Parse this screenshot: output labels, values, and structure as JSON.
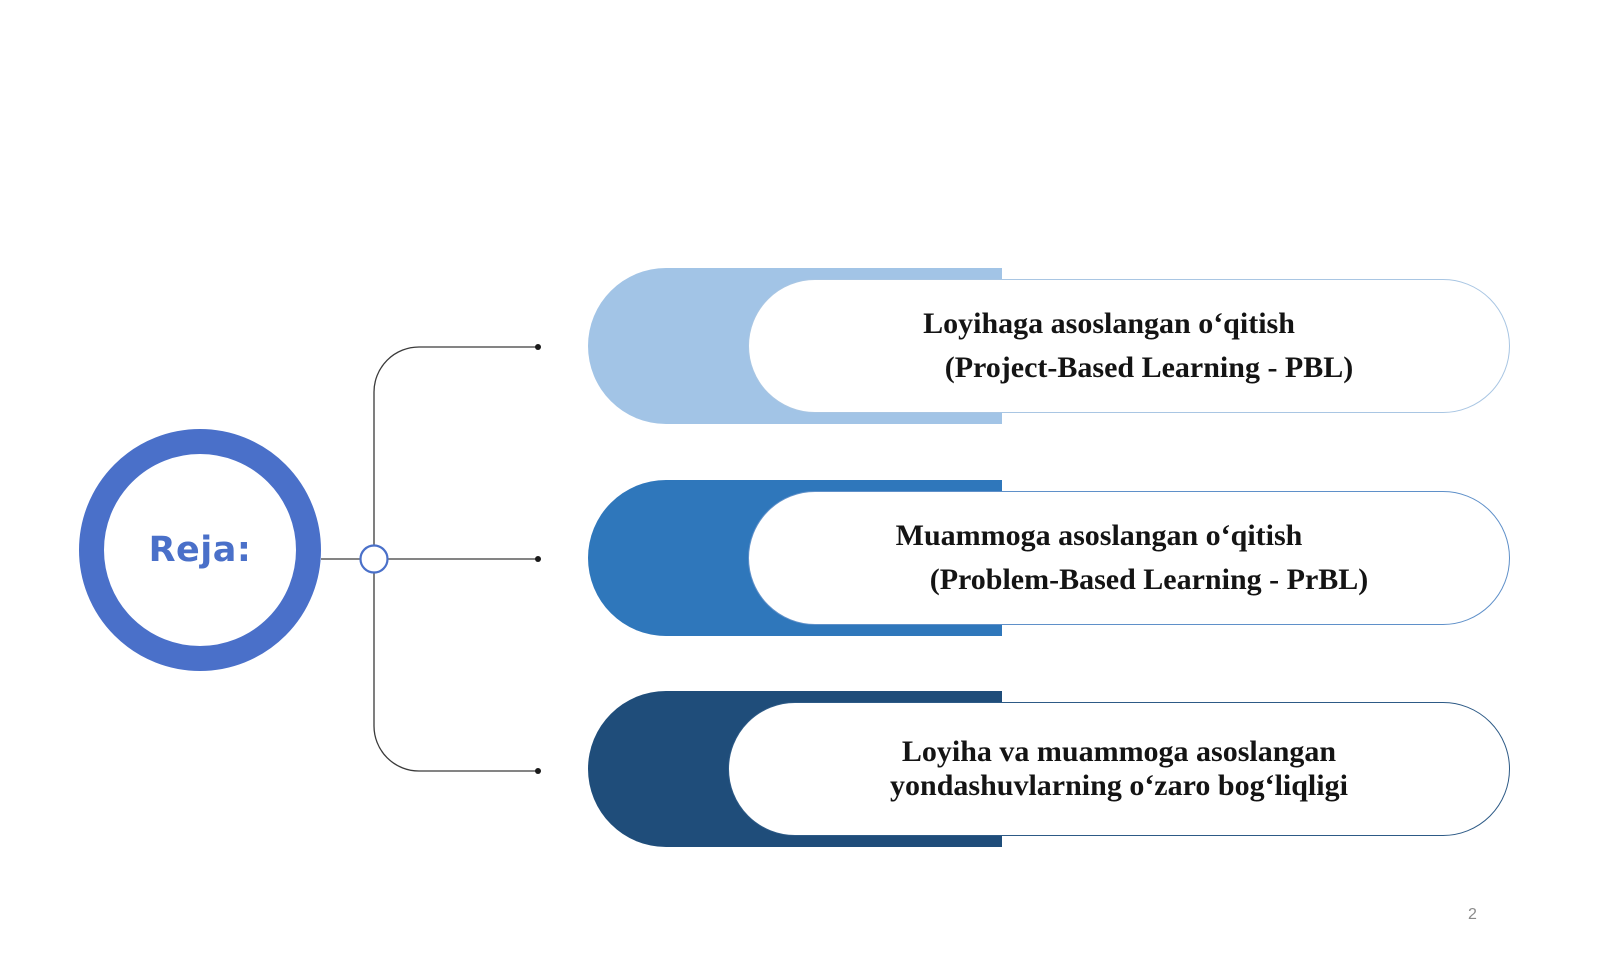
{
  "center": {
    "label": "Reja:"
  },
  "items": [
    {
      "line1": "Loyihaga asoslangan o‘qitish",
      "line2": "(Project-Based Learning - PBL)",
      "accent_color": "#a2c4e6",
      "border_color": "#a9c6e3"
    },
    {
      "line1": "Muammoga asoslangan o‘qitish",
      "line2": "(Problem-Based Learning - PrBL)",
      "accent_color": "#2f77bb",
      "border_color": "#5f90c9"
    },
    {
      "line1": "Loyiha va muammoga asoslangan",
      "line2": "yondashuvlarning o‘zaro bog‘liqligi",
      "accent_color": "#1f4d7a",
      "border_color": "#2d5a86"
    }
  ],
  "colors": {
    "circle": "#4a70c9",
    "connector": "#3a3a3a"
  },
  "page_number": "2"
}
